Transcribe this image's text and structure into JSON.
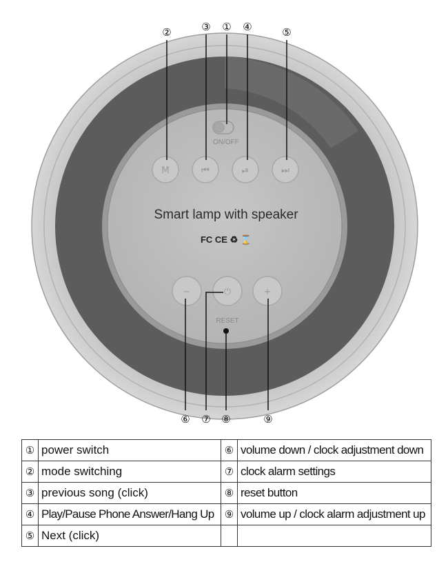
{
  "diagram": {
    "device_text": "Smart lamp with speaker",
    "cert_marks": "FC  CE  ♻  ⌛",
    "on_off_label": "ON/OFF",
    "reset_label": "RESET",
    "callouts": [
      "①",
      "②",
      "③",
      "④",
      "⑤",
      "⑥",
      "⑦",
      "⑧",
      "⑨"
    ],
    "buttons": {
      "mode": "M",
      "prev": "⏮",
      "play": "⏯",
      "next": "⏭",
      "minus": "−",
      "power": "⏻",
      "plus": "+"
    }
  },
  "legend": {
    "rows": [
      {
        "n1": "①",
        "t1": "power switch",
        "n2": "⑥",
        "t2": "volume down / clock adjustment down"
      },
      {
        "n1": "②",
        "t1": "mode switching",
        "n2": "⑦",
        "t2": "clock alarm settings"
      },
      {
        "n1": "③",
        "t1": "previous song (click)",
        "n2": "⑧",
        "t2": "reset button"
      },
      {
        "n1": "④",
        "t1": "Play/Pause Phone Answer/Hang Up",
        "n2": "⑨",
        "t2": "volume up / clock alarm adjustment up"
      },
      {
        "n1": "⑤",
        "t1": "Next (click)",
        "n2": "",
        "t2": ""
      }
    ]
  }
}
